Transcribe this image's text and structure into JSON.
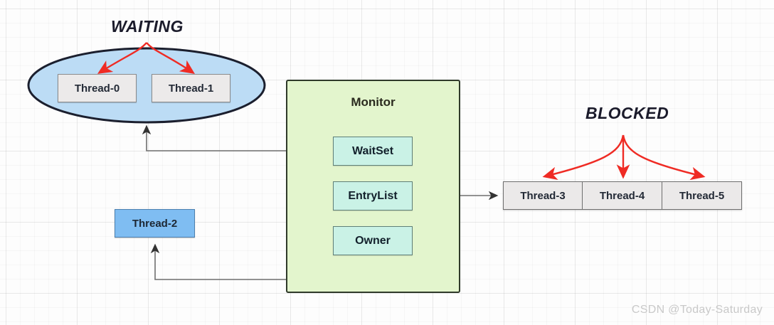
{
  "diagram": {
    "title_waiting": "WAITING",
    "title_blocked": "BLOCKED",
    "monitor": {
      "title": "Monitor",
      "items": [
        {
          "label": "WaitSet"
        },
        {
          "label": "EntryList"
        },
        {
          "label": "Owner"
        }
      ]
    },
    "waiting_group": {
      "threads": [
        {
          "label": "Thread-0"
        },
        {
          "label": "Thread-1"
        }
      ]
    },
    "runnable_thread": {
      "label": "Thread-2"
    },
    "blocked_group": {
      "threads": [
        {
          "label": "Thread-3"
        },
        {
          "label": "Thread-4"
        },
        {
          "label": "Thread-5"
        }
      ]
    }
  },
  "watermark": {
    "text": "CSDN @Today-Saturday"
  },
  "colors": {
    "waiting_ellipse_fill": "#bcdcf5",
    "waiting_ellipse_stroke": "#1b1f2e",
    "monitor_fill": "#e3f5cd",
    "monitor_stroke": "#2f3a2a",
    "monitor_item_fill": "#caf2e6",
    "monitor_item_stroke": "#5f7f78",
    "thread_box_fill": "#eceaea",
    "thread_blue_fill": "#7fbdf2",
    "arrow_red": "#ef2b24",
    "arrow_gray": "#4a4a4a",
    "label_text": "#1b1b2b",
    "watermark_text": "#c9c9c9"
  }
}
